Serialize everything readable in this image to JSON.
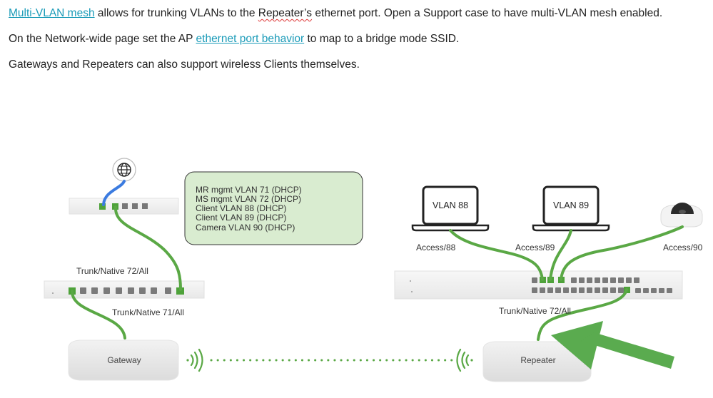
{
  "text": {
    "p1": {
      "link": "Multi-VLAN mesh",
      "a": " allows for trunking VLANs to the ",
      "repeater": "Repeater’s",
      "b": " ethernet port. Open a Support case to have multi-VLAN mesh enabled."
    },
    "p2": {
      "a": "On the Network-wide page set the AP ",
      "link": "ethernet port behavior",
      "b": " to map to a bridge mode SSID."
    },
    "p3": "Gateways and Repeaters can also support wireless Clients themselves."
  },
  "diagram": {
    "vlan_box": [
      "MR mgmt VLAN 71 (DHCP)",
      "MS mgmt VLAN 72 (DHCP)",
      "Client VLAN 88 (DHCP)",
      "Client VLAN 89 (DHCP)",
      "Camera VLAN 90 (DHCP)"
    ],
    "labels": {
      "trunk_left_upper": "Trunk/Native 72/All",
      "trunk_left_lower": "Trunk/Native 71/All",
      "trunk_right": "Trunk/Native 72/All",
      "access_88": "Access/88",
      "access_89": "Access/89",
      "access_90": "Access/90"
    },
    "laptops": {
      "left": "VLAN 88",
      "right": "VLAN 89"
    },
    "devices": {
      "gateway": "Gateway",
      "repeater": "Repeater"
    },
    "icons": [
      "globe-icon",
      "laptop-icon",
      "camera-icon",
      "wireless-signal-icon",
      "arrow-icon"
    ],
    "colors": {
      "cable": "#5aa845",
      "uplink": "#3b7be0",
      "box_fill": "#d9ecd0",
      "arrow": "#5aab4f"
    }
  }
}
